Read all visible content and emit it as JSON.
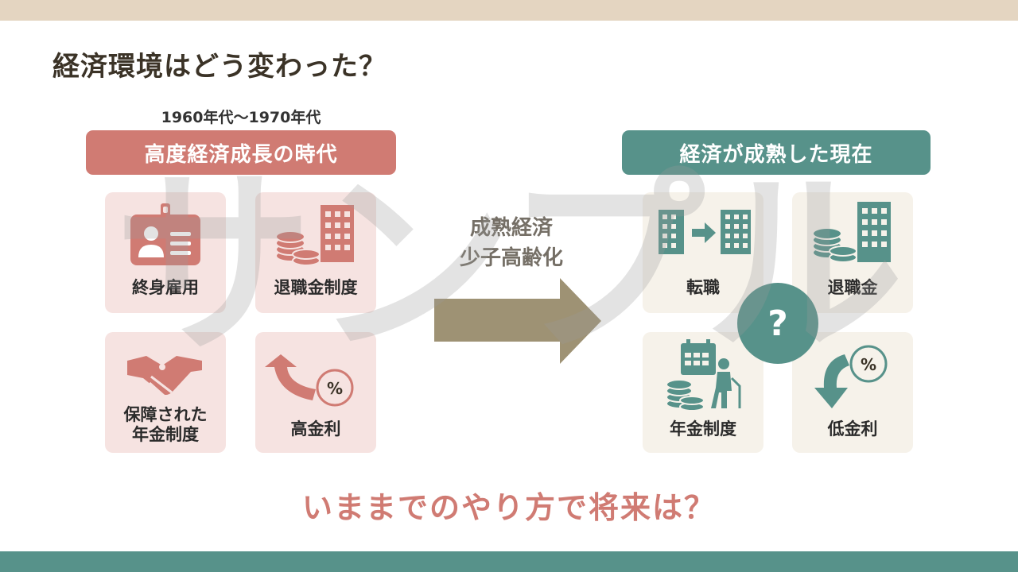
{
  "title": "経済環境はどう変わった？",
  "left": {
    "era": "1960年代～1970年代",
    "header": "高度経済成長の時代",
    "cards": [
      "終身雇用",
      "退職金制度",
      "保障された",
      "年金制度",
      "高金利"
    ]
  },
  "middle": {
    "line1": "成熟経済",
    "line2": "少子高齢化"
  },
  "right": {
    "header": "経済が成熟した現在",
    "cards": [
      "転職",
      "退職金",
      "年金制度",
      "低金利"
    ],
    "center_mark": "?"
  },
  "percent_symbol": "%",
  "question": "いままでのやり方で将来は？",
  "watermark": "サンプル",
  "colors": {
    "top_band": "#e4d5c1",
    "bottom_band": "#57928a",
    "past_accent": "#d07b73",
    "present_accent": "#57928a",
    "arrow": "#9e9274",
    "past_card_bg": "#f6e3e1",
    "present_card_bg": "#f6f2ea"
  },
  "icons": {
    "lifetime_employment": "id-badge-icon",
    "retirement_allowance_past": "coins-building-icon",
    "guaranteed_pension": "handshake-icon",
    "high_interest": "interest-up-icon",
    "job_change": "building-transfer-icon",
    "retirement_allowance_now": "coins-building-icon",
    "pension_now": "calendar-elderly-icon",
    "low_interest": "interest-down-icon"
  }
}
